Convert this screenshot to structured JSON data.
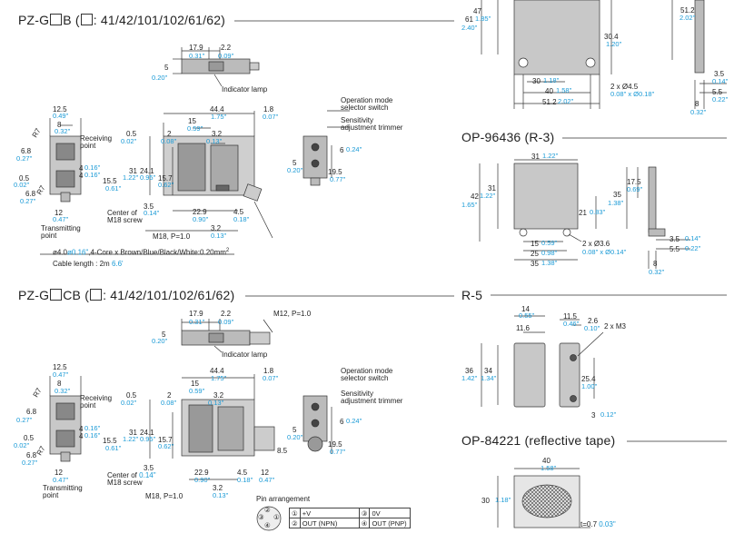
{
  "sections": {
    "pzgb_prefix": "PZ-G",
    "pzgb_suffix": "B (",
    "pzgb_models": ": 41/42/101/102/61/62)",
    "pzgcb_prefix": "PZ-G",
    "pzgcb_suffix": "CB (",
    "pzgcb_models": ": 41/42/101/102/61/62)",
    "op96436": "OP-96436 (R-3)",
    "r5": "R-5",
    "op84221": "OP-84221 (reflective tape)"
  },
  "pzgb": {
    "d17_9": "17.9",
    "d17_9in": "0.31\"",
    "d2_2": "2.2",
    "d2_2in": "0.09\"",
    "d5": "5",
    "d5in": "0.20\"",
    "indicator": "Indicator lamp",
    "d12_5": "12.5",
    "d12_5in": "0.49\"",
    "d8": "8",
    "d8in": "0.32\"",
    "r7a": "R7",
    "r7b": "R7",
    "receiving": "Receiving",
    "point": "point",
    "d6_8a": "6.8",
    "d6_8ain": "0.27\"",
    "d0_5a": "0.5",
    "d0_5ain": "0.02\"",
    "d6_8b": "6.8",
    "d6_8bin": "0.27\"",
    "d4a": "4",
    "d4ain": "0.16\"",
    "d4b": "4",
    "d4bin": "0.16\"",
    "d15_5": "15.5",
    "d15_5in": "0.61\"",
    "d12": "12",
    "d12in": "0.47\"",
    "transmitting": "Transmitting",
    "tpoint": "point",
    "d44_4": "44.4",
    "d44_4in": "1.75\"",
    "d1_8": "1.8",
    "d1_8in": "0.07\"",
    "d15": "15",
    "d15in": "0.59\"",
    "d0_5b": "0.5",
    "d0_5bin": "0.02\"",
    "d2": "2",
    "d2in": "0.08\"",
    "d3_2a": "3.2",
    "d3_2ain": "0.13\"",
    "d31": "31",
    "d31in": "1.22\"",
    "d24_1": "24.1",
    "d24_1in": "0.95\"",
    "d15_7": "15.7",
    "d15_7in": "0.62\"",
    "d3_5": "3.5",
    "d3_5in": "0.14\"",
    "center": "Center of",
    "m18screw": "M18 screw",
    "d22_9": "22.9",
    "d22_9in": "0.90\"",
    "d4_5": "4.5",
    "d4_5in": "0.18\"",
    "m18p": "M18, P=1.0",
    "d3_2b": "3.2",
    "d3_2bin": "0.13\"",
    "opmode": "Operation mode",
    "selector": "selector switch",
    "sens": "Sensitivity",
    "trimmer": "adjustment trimmer",
    "d6": "6",
    "d6in": "0.24\"",
    "d5b": "5",
    "d5bin": "0.20\"",
    "d19_5": "19.5",
    "d19_5in": "0.77\"",
    "cable1": "ø4.0",
    "cable1in": "ø0.16\"",
    "cable2": ",4-Core x Brown/Blue/Black/White:0.20mm",
    "cable2sup": "2",
    "cablelen": "Cable length : 2m",
    "cablelenin": "6.6'"
  },
  "pzgcb": {
    "d17_9": "17.9",
    "d17_9in": "0.31\"",
    "d2_2": "2.2",
    "d2_2in": "0.09\"",
    "m12": "M12, P=1.0",
    "d5": "5",
    "d5in": "0.20\"",
    "indicator": "Indicator lamp",
    "d12_5": "12.5",
    "d12_5in": "0.47\"",
    "d8": "8",
    "d8in": "0.32\"",
    "r7a": "R7",
    "r7b": "R7",
    "receiving": "Receiving",
    "point": "point",
    "d6_8a": "6.8",
    "d6_8ain": "0.27\"",
    "d0_5a": "0.5",
    "d0_5ain": "0.02\"",
    "d6_8b": "6.8",
    "d6_8bin": "0.27\"",
    "d4a": "4",
    "d4ain": "0.16\"",
    "d4b": "4",
    "d4bin": "0.16\"",
    "d15_5": "15.5",
    "d15_5in": "0.61\"",
    "d12": "12",
    "d12in": "0.47\"",
    "transmitting": "Transmitting",
    "tpoint": "point",
    "d44_4": "44.4",
    "d44_4in": "1.75\"",
    "d1_8": "1.8",
    "d1_8in": "0.07\"",
    "d15": "15",
    "d15in": "0.59\"",
    "d0_5b": "0.5",
    "d0_5bin": "0.02\"",
    "d2": "2",
    "d2in": "0.08\"",
    "d3_2a": "3.2",
    "d3_2ain": "0.13\"",
    "d31": "31",
    "d31in": "1.22\"",
    "d24_1": "24.1",
    "d24_1in": "0.95\"",
    "d15_7": "15.7",
    "d15_7in": "0.62\"",
    "d3_5": "3.5",
    "center": "Center of",
    "centerin": "0.14\"",
    "m18screw": "M18 screw",
    "d22_9": "22.9",
    "d22_9in": "0.90\"",
    "d4_5": "4.5",
    "d4_5in": "0.18\"",
    "d12b": "12",
    "d12bin": "0.47\"",
    "m18p": "M18, P=1.0",
    "d3_2b": "3.2",
    "d3_2bin": "0.13\"",
    "opmode": "Operation mode",
    "selector": "selector switch",
    "sens": "Sensitivity",
    "trimmer": "adjustment trimmer",
    "d6": "6",
    "d6in": "0.24\"",
    "d5b": "5",
    "d5bin": "0.20\"",
    "d19_5": "19.5",
    "d19_5in": "0.77\"",
    "d8_5": "8.5",
    "pinarr": "Pin arrangement",
    "pins": [
      [
        "①",
        "+V",
        "③",
        "0V"
      ],
      [
        "②",
        "OUT (NPN)",
        "④",
        "OUT (PNP)"
      ]
    ],
    "pinlabels": [
      "②",
      "③",
      "①",
      "④"
    ]
  },
  "bracket_top": {
    "d47": "47",
    "d61": "61",
    "d61in": "1.85\"",
    "d61in2": "2.40\"",
    "d30_4": "30.4",
    "d30_4in": "1.20\"",
    "d30": "30",
    "d30in": "1.18\"",
    "d40": "40",
    "d40in": "1.58\"",
    "d51_2": "51.2",
    "d51_2in": "2.02\"",
    "hole": "2 x Ø4.5",
    "holein": "0.08\" x Ø0.18\"",
    "d51_2r": "51.2",
    "d51_2rin": "2.02\"",
    "d3_5": "3.5",
    "d3_5in": "0.14\"",
    "d5_5": "5.5",
    "d5_5in": "0.22\"",
    "d8": "8",
    "d8in": "0.32\""
  },
  "op96436": {
    "d31": "31",
    "d31in": "1.22\"",
    "d31v": "31",
    "d42": "42",
    "d42in": "1.22\"",
    "d42in2": "1.65\"",
    "d21": "21",
    "d21in": "0.83\"",
    "d15": "15",
    "d15in": "0.59\"",
    "d25": "25",
    "d25in": "0.98\"",
    "d35": "35",
    "d35in": "1.38\"",
    "hole": "2 x Ø3.6",
    "holein": "0.08\" x Ø0.14\"",
    "d17_5": "17.5",
    "d17_5in": "0.69\"",
    "d35v": "35",
    "d35vin": "1.38\"",
    "d3_5": "3.5",
    "d3_5in": "0.14\"",
    "d5_5": "5.5",
    "d5_5in": "0.22\"",
    "d8": "8",
    "d8in": "0.32\""
  },
  "r5": {
    "d14": "14",
    "d14in": "0.55\"",
    "d11_6": "11.6",
    "d36": "36",
    "d36in": "1.42\"",
    "d34": "34",
    "d34in": "1.34\"",
    "d11_5": "11.5",
    "d11_5in": "0.46\"",
    "d2_6": "2.6",
    "d2_6in": "0.10\"",
    "m3": "2 x M3",
    "d25_4": "25.4",
    "d25_4in": "1.00\"",
    "d3": "3",
    "d3in": "0.12\""
  },
  "op84221": {
    "d40": "40",
    "d40in": "1.58\"",
    "d30": "30",
    "d30in": "1.18\"",
    "t": "t=0.7",
    "tin": "0.03\""
  }
}
